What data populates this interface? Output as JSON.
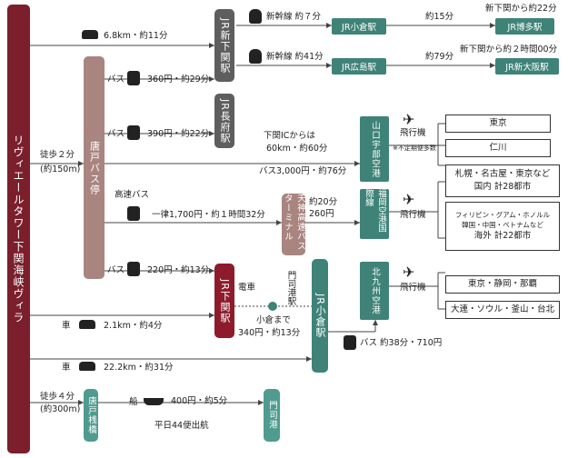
{
  "stations": {
    "villa": "リヴィエールタワー下関海峡ヴィラ",
    "karato_bus_stop": "唐戸バス停",
    "shin_shimonoseki": "JR新下関駅",
    "chofu": "JR長府駅",
    "shimonoseki": "JR下関駅",
    "kokura": "JR小倉駅",
    "tenjin_bt": "天神高速バスターミナル",
    "mojiko_rail": "門司港駅",
    "karato_pier": "唐戸桟橋",
    "mojiko_port": "門司港"
  },
  "rail_boxes": {
    "kokura_jr": "JR小倉駅",
    "hakata": "JR博多駅",
    "hiroshima": "JR広島駅",
    "shin_osaka": "JR新大阪駅"
  },
  "airports": {
    "yamaguchi_ube": "山口宇部空港",
    "fukuoka": "福岡空港国際線",
    "kitakyushu": "北九州空港"
  },
  "labels": {
    "car1": "6.8km・約11分",
    "shinkansen7": "新幹線 約７分",
    "min15": "約15分",
    "shinshimo22": "新下関から約22分",
    "shinkansen41": "新幹線 約41分",
    "min79": "約79分",
    "shinshimo2h": "新下関から約２時間00分",
    "bus360": "360円・約29分",
    "bus390": "390円・約22分",
    "ic_a": "下関ICからは",
    "ic_b": "60km・約60分",
    "bus3000": "バス3,000円・約76分",
    "walk2a": "徒歩２分",
    "walk2b": "(約150m)",
    "expressbus": "高速バス",
    "bus1700": "一律1,700円・約１時間32分",
    "min20a": "約20分",
    "min20b": "260円",
    "bus220": "220円・約13分",
    "tram": "電車",
    "kokura_a": "小倉まで",
    "kokura_b": "340円・約13分",
    "car2": "2.1km・約4分",
    "bus710": "バス 約38分・710円",
    "car3": "22.2km・約31分",
    "walk4a": "徒歩４分",
    "walk4b": "(約300m)",
    "ship": "船",
    "ship400": "400円・約5分",
    "weekday": "平日44便出航",
    "bus_word": "バス",
    "car_word": "車",
    "plane_word": "飛行機",
    "nonscheduled": "※不定期便多数"
  },
  "destinations": {
    "tokyo": "東京",
    "incheon": "仁川",
    "domestic_a": "札幌・名古屋・東京など",
    "domestic_b": "国内 計28都市",
    "intl_a": "フィリピン・グアム・ホノルル",
    "intl_b": "韓国・中国・ベトナムなど",
    "intl_c": "海外 計22都市",
    "kyu_a": "東京・静岡・那覇",
    "kyu_b": "大連・ソウル・釜山・台北"
  },
  "colors": {
    "villa": "#7a1f2b",
    "bus_stop": "#a98580",
    "jr_gray": "#5e5e5e",
    "jr_red": "#8e1b2c",
    "kokura_green": "#3f8378",
    "teal": "#3f8378",
    "tenjin": "#a98580",
    "pier": "#4f9b8f"
  }
}
